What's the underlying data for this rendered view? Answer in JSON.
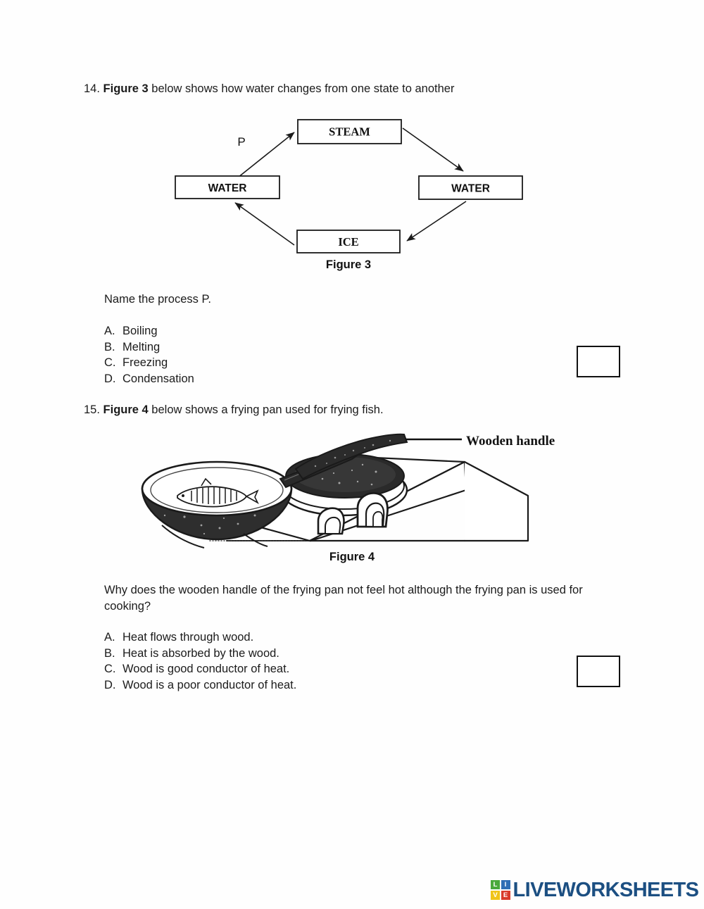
{
  "document": {
    "type": "science-worksheet"
  },
  "questions": [
    {
      "number": "14.",
      "stem_bold": "Figure 3",
      "stem_rest": " below shows how water changes from one state to another",
      "prompt": "Name the process P.",
      "options": [
        {
          "letter": "A.",
          "text": "Boiling"
        },
        {
          "letter": "B.",
          "text": "Melting"
        },
        {
          "letter": "C.",
          "text": "Freezing"
        },
        {
          "letter": "D.",
          "text": "Condensation"
        }
      ],
      "answer_value": ""
    },
    {
      "number": "15.",
      "stem_bold": "Figure 4",
      "stem_rest": " below shows a frying pan used for frying fish.",
      "prompt": "Why does the wooden handle of the frying pan not feel hot although the frying pan is used for cooking?",
      "options": [
        {
          "letter": "A.",
          "text": "Heat flows through wood."
        },
        {
          "letter": "B.",
          "text": "Heat is absorbed by the wood."
        },
        {
          "letter": "C.",
          "text": "Wood is good conductor of heat."
        },
        {
          "letter": "D.",
          "text": "Wood is a poor conductor of heat."
        }
      ],
      "answer_value": ""
    }
  ],
  "figure3": {
    "caption": "Figure 3",
    "boxes": {
      "steam": "STEAM",
      "water_left": "WATER",
      "water_right": "WATER",
      "ice": "ICE"
    },
    "process_label": "P"
  },
  "figure4": {
    "caption": "Figure 4",
    "callout_label": "Wooden handle"
  },
  "footer": {
    "logo_tiles": [
      {
        "letter": "L",
        "color": "#4aa93c"
      },
      {
        "letter": "I",
        "color": "#2f6fb5"
      },
      {
        "letter": "V",
        "color": "#f0c419"
      },
      {
        "letter": "E",
        "color": "#d93b2b"
      }
    ],
    "logo_word": "LIVEWORKSHEETS",
    "logo_word_color": "#1c4f82"
  }
}
